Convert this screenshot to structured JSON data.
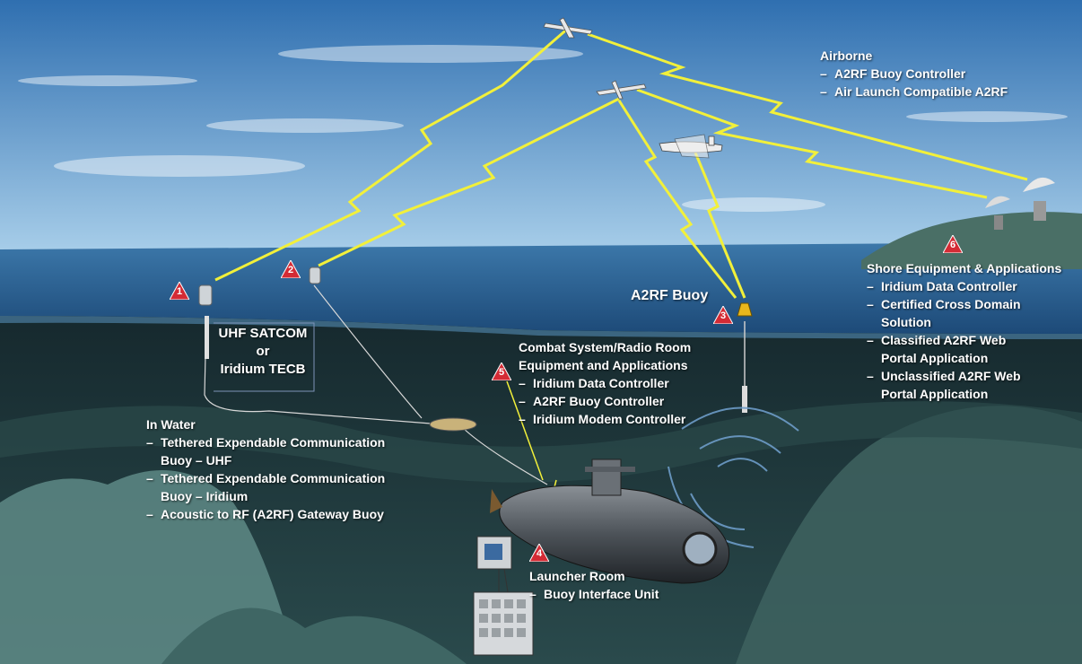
{
  "airborne": {
    "title": "Airborne",
    "items": [
      "A2RF Buoy Controller",
      "Air Launch Compatible A2RF"
    ]
  },
  "shore": {
    "title": "Shore Equipment & Applications",
    "items": [
      "Iridium Data Controller",
      "Certified Cross Domain Solution",
      "Classified A2RF Web Portal Application",
      "Unclassified A2RF Web Portal Application"
    ]
  },
  "combat": {
    "title_line1": "Combat System/Radio Room",
    "title_line2": "Equipment and Applications",
    "items": [
      "Iridium Data Controller",
      "A2RF Buoy Controller",
      "Iridium Modem Controller"
    ]
  },
  "in_water": {
    "title": "In Water",
    "items": [
      "Tethered Expendable Communication Buoy – UHF",
      "Tethered Expendable Communication Buoy – Iridium",
      "Acoustic to RF (A2RF) Gateway Buoy"
    ]
  },
  "launcher": {
    "title": "Launcher Room",
    "items": [
      "Buoy Interface Unit"
    ]
  },
  "satcom": {
    "line1": "UHF SATCOM",
    "line2": "or",
    "line3": "Iridium TECB"
  },
  "a2rf_buoy_label": "A2RF Buoy",
  "markers": [
    "1",
    "2",
    "3",
    "4",
    "5",
    "6"
  ],
  "colors": {
    "sky_top": "#3a78b8",
    "sky_bottom": "#9cc6e6",
    "sea": "#2a5a86",
    "seafloor": "#2e4e50",
    "lightning": "#f2f03a",
    "marker_red": "#d42b35"
  }
}
